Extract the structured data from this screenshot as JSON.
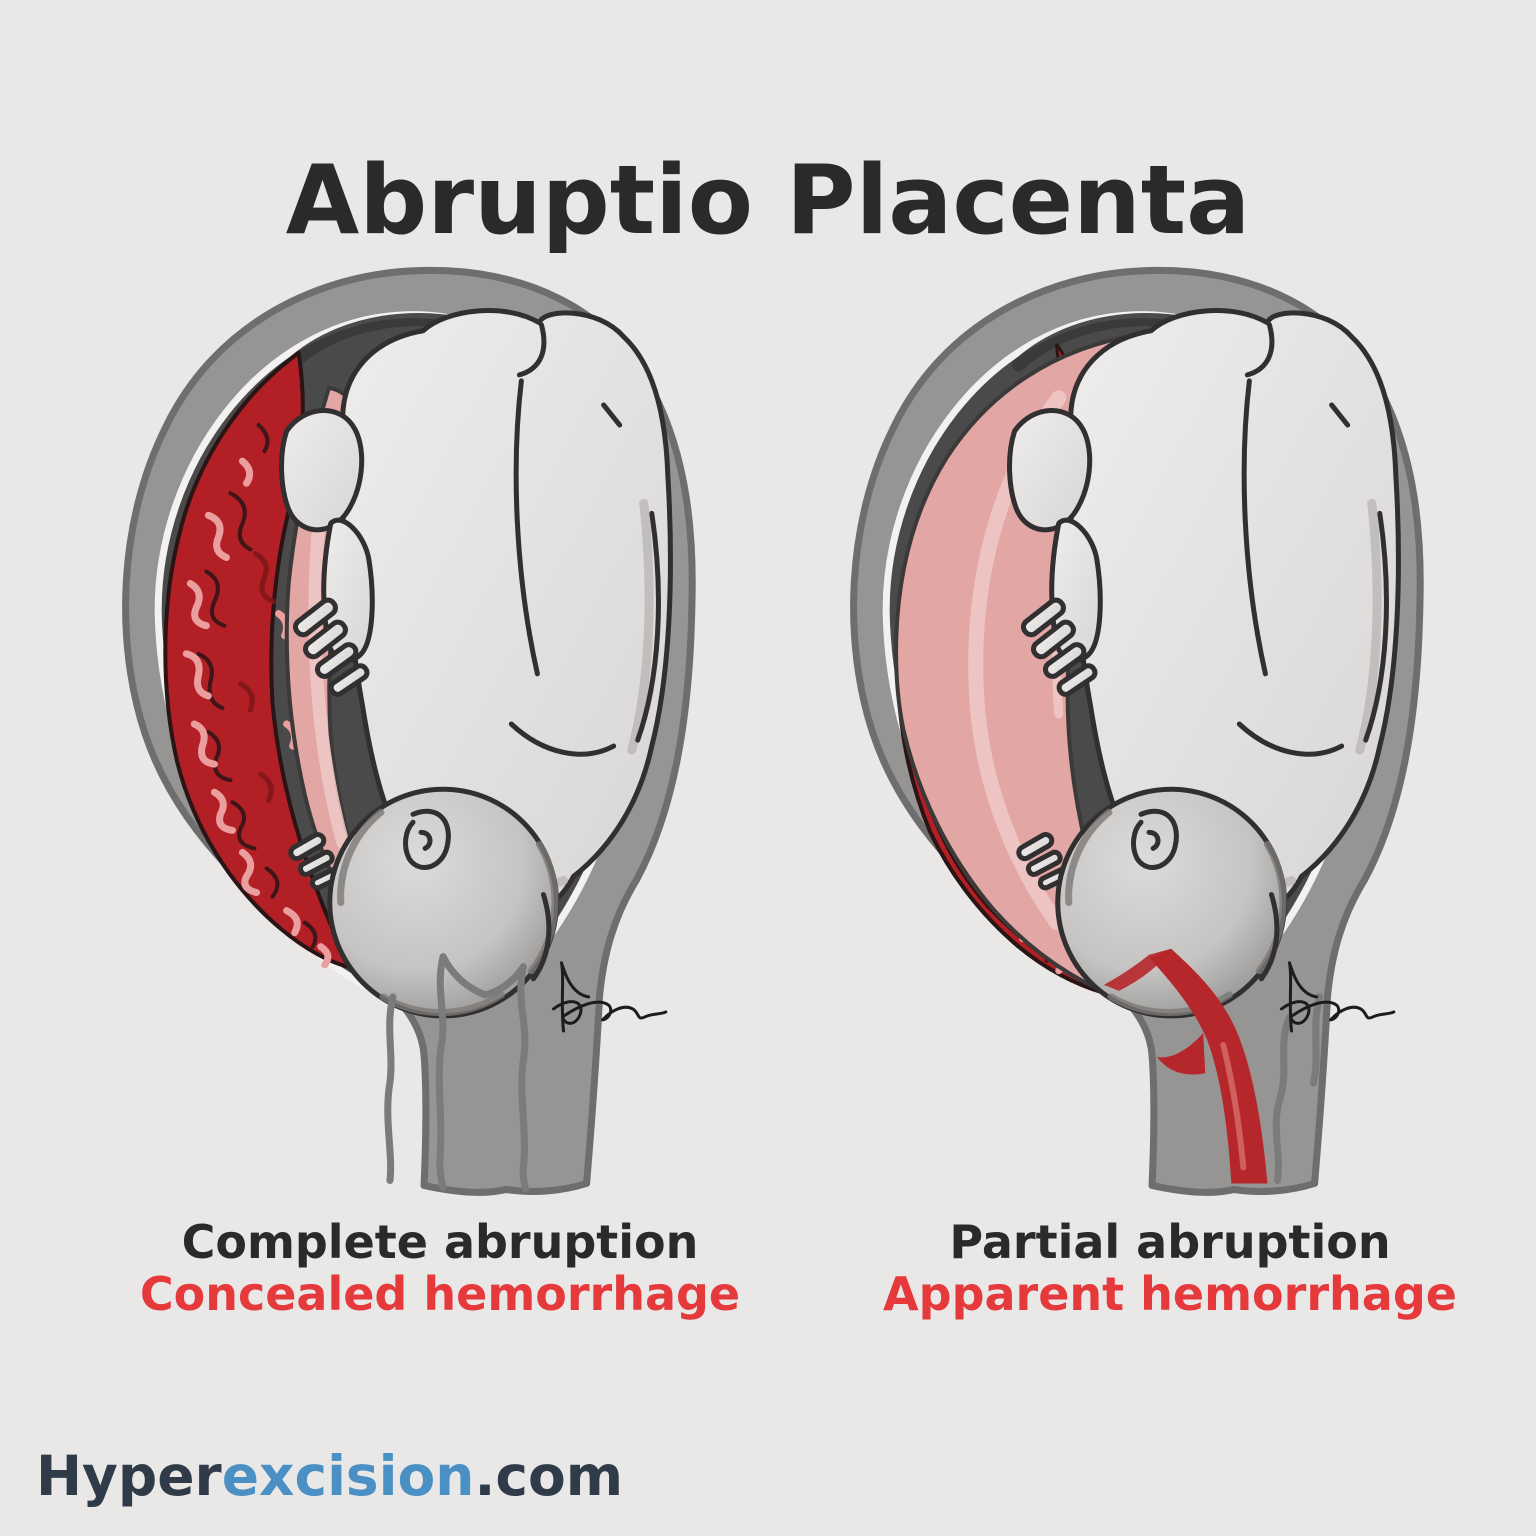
{
  "title": "Abruptio Placenta",
  "panels": [
    {
      "name": "complete-abruption",
      "caption_line1": "Complete abruption",
      "caption_line2": "Concealed hemorrhage"
    },
    {
      "name": "partial-abruption",
      "caption_line1": "Partial abruption",
      "caption_line2": "Apparent hemorrhage"
    }
  ],
  "watermark": {
    "part1": "Hyper",
    "part2": "excision",
    "part3": ".com"
  },
  "icons": {
    "left_illustration": "uterus-complete-abruption-illustration",
    "right_illustration": "uterus-partial-abruption-illustration",
    "signature": "artist-signature-squiggle"
  },
  "colors": {
    "background": "#e9e8e6",
    "title": "#2b2a2a",
    "label_dark": "#2b2a2a",
    "label_red": "#e5393c",
    "uterus_wall": "#969594",
    "wall_outline": "#6e6e6e",
    "cavity": "#4b4a4a",
    "cavity_rim": "#f4f2f0",
    "chorion_line": "#3a3939",
    "hematoma": "#b22025",
    "hematoma_outline": "#2a1416",
    "hematoma_dark": "#7e161a",
    "hematoma_highlight": "#eb9e9e",
    "placenta_pink": "#e2a7a5",
    "placenta_pink_light": "#f0c9c7",
    "placenta_outline": "#3c3a39",
    "fetus_outline": "#312f2f",
    "fetus_shade": "#b0aeac",
    "head_shade": "#7c7977",
    "canal_line": "#7b7b7b",
    "blood_stream": "#b5272b",
    "stream_highlight": "#d66a6a",
    "signature": "#1c1c1c",
    "watermark_dark": "#2f3b48",
    "watermark_blue": "#4b90c5"
  }
}
